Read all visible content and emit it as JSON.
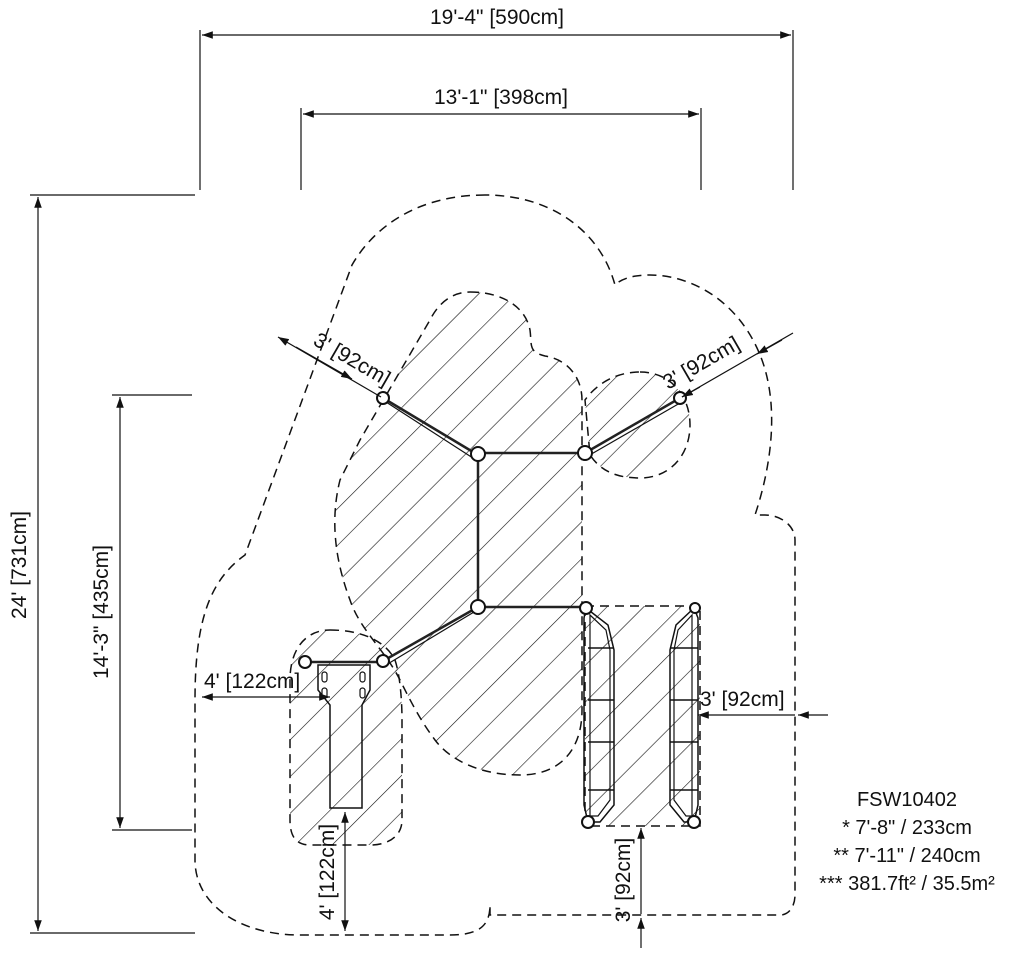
{
  "dimensions": {
    "overall_width": "19'-4\" [590cm]",
    "inner_width": "13'-1\" [398cm]",
    "overall_length": "24' [731cm]",
    "inner_length": "14'-3\" [435cm]",
    "left_clearance": "4' [122cm]",
    "bottom_left_clearance": "4' [122cm]",
    "top_left_clearance": "3' [92cm]",
    "top_right_clearance": "3' [92cm]",
    "right_clearance": "3' [92cm]",
    "bottom_clearance": "3' [92cm]"
  },
  "notes": {
    "model": "FSW10402",
    "line1": "* 7'-8\" / 233cm",
    "line2": "** 7'-11\" / 240cm",
    "line3": "*** 381.7ft² / 35.5m²"
  }
}
